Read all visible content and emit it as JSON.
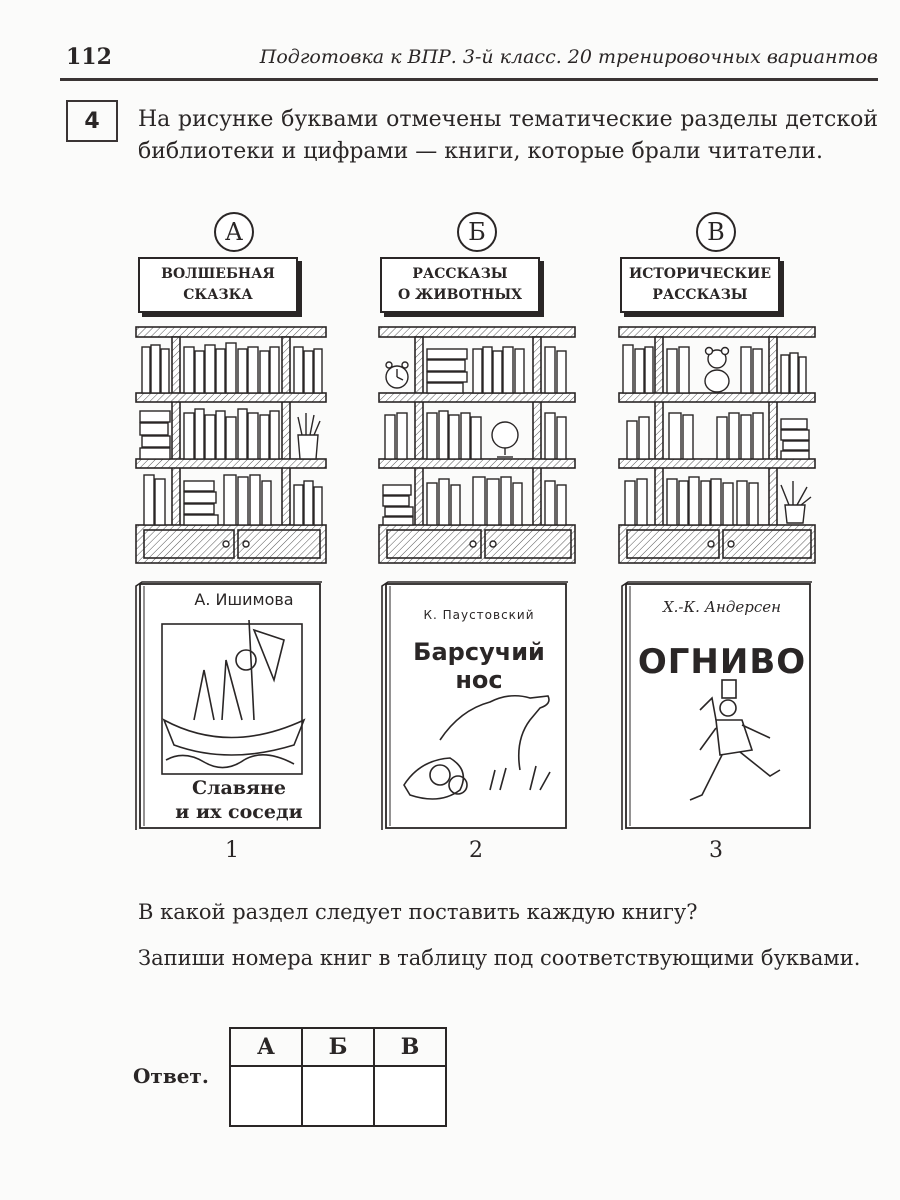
{
  "header": {
    "page_number": "112",
    "book_title": "Подготовка к ВПР. 3-й класс. 20 тренировочных вариантов"
  },
  "task": {
    "number": "4",
    "text": "На рисунке буквами отмечены тематические разделы детской библиотеки и цифрами — книги, которые брали читатели."
  },
  "sections": [
    {
      "letter": "А",
      "label_line1": "ВОЛШЕБНАЯ",
      "label_line2": "СКАЗКА",
      "shelf_icons": [
        "books",
        "pencil-pot-icon"
      ]
    },
    {
      "letter": "Б",
      "label_line1": "РАССКАЗЫ",
      "label_line2": "О ЖИВОТНЫХ",
      "shelf_icons": [
        "alarm-clock-icon",
        "globe-icon",
        "books"
      ]
    },
    {
      "letter": "В",
      "label_line1": "ИСТОРИЧЕСКИЕ",
      "label_line2": "РАССКАЗЫ",
      "shelf_icons": [
        "teddy-bear-icon",
        "potted-plant-icon",
        "books"
      ]
    }
  ],
  "books": [
    {
      "number": "1",
      "author": "А. Ишимова",
      "title_line1": "Славяне",
      "title_line2": "и их соседи",
      "illustration": "ship"
    },
    {
      "number": "2",
      "author": "К. Паустовский",
      "title_line1": "Барсучий",
      "title_line2": "нос",
      "illustration": "badger"
    },
    {
      "number": "3",
      "author": "Х.-К. Андерсен",
      "title_line1": "ОГНИВО",
      "title_line2": "",
      "illustration": "soldier"
    }
  ],
  "questions": {
    "q1": "В какой раздел следует поставить каждую книгу?",
    "q2": "Запиши номера книг в таблицу под соответствующими буквами."
  },
  "answer": {
    "label": "Ответ.",
    "columns": [
      "А",
      "Б",
      "В"
    ],
    "values": [
      "",
      "",
      ""
    ]
  }
}
